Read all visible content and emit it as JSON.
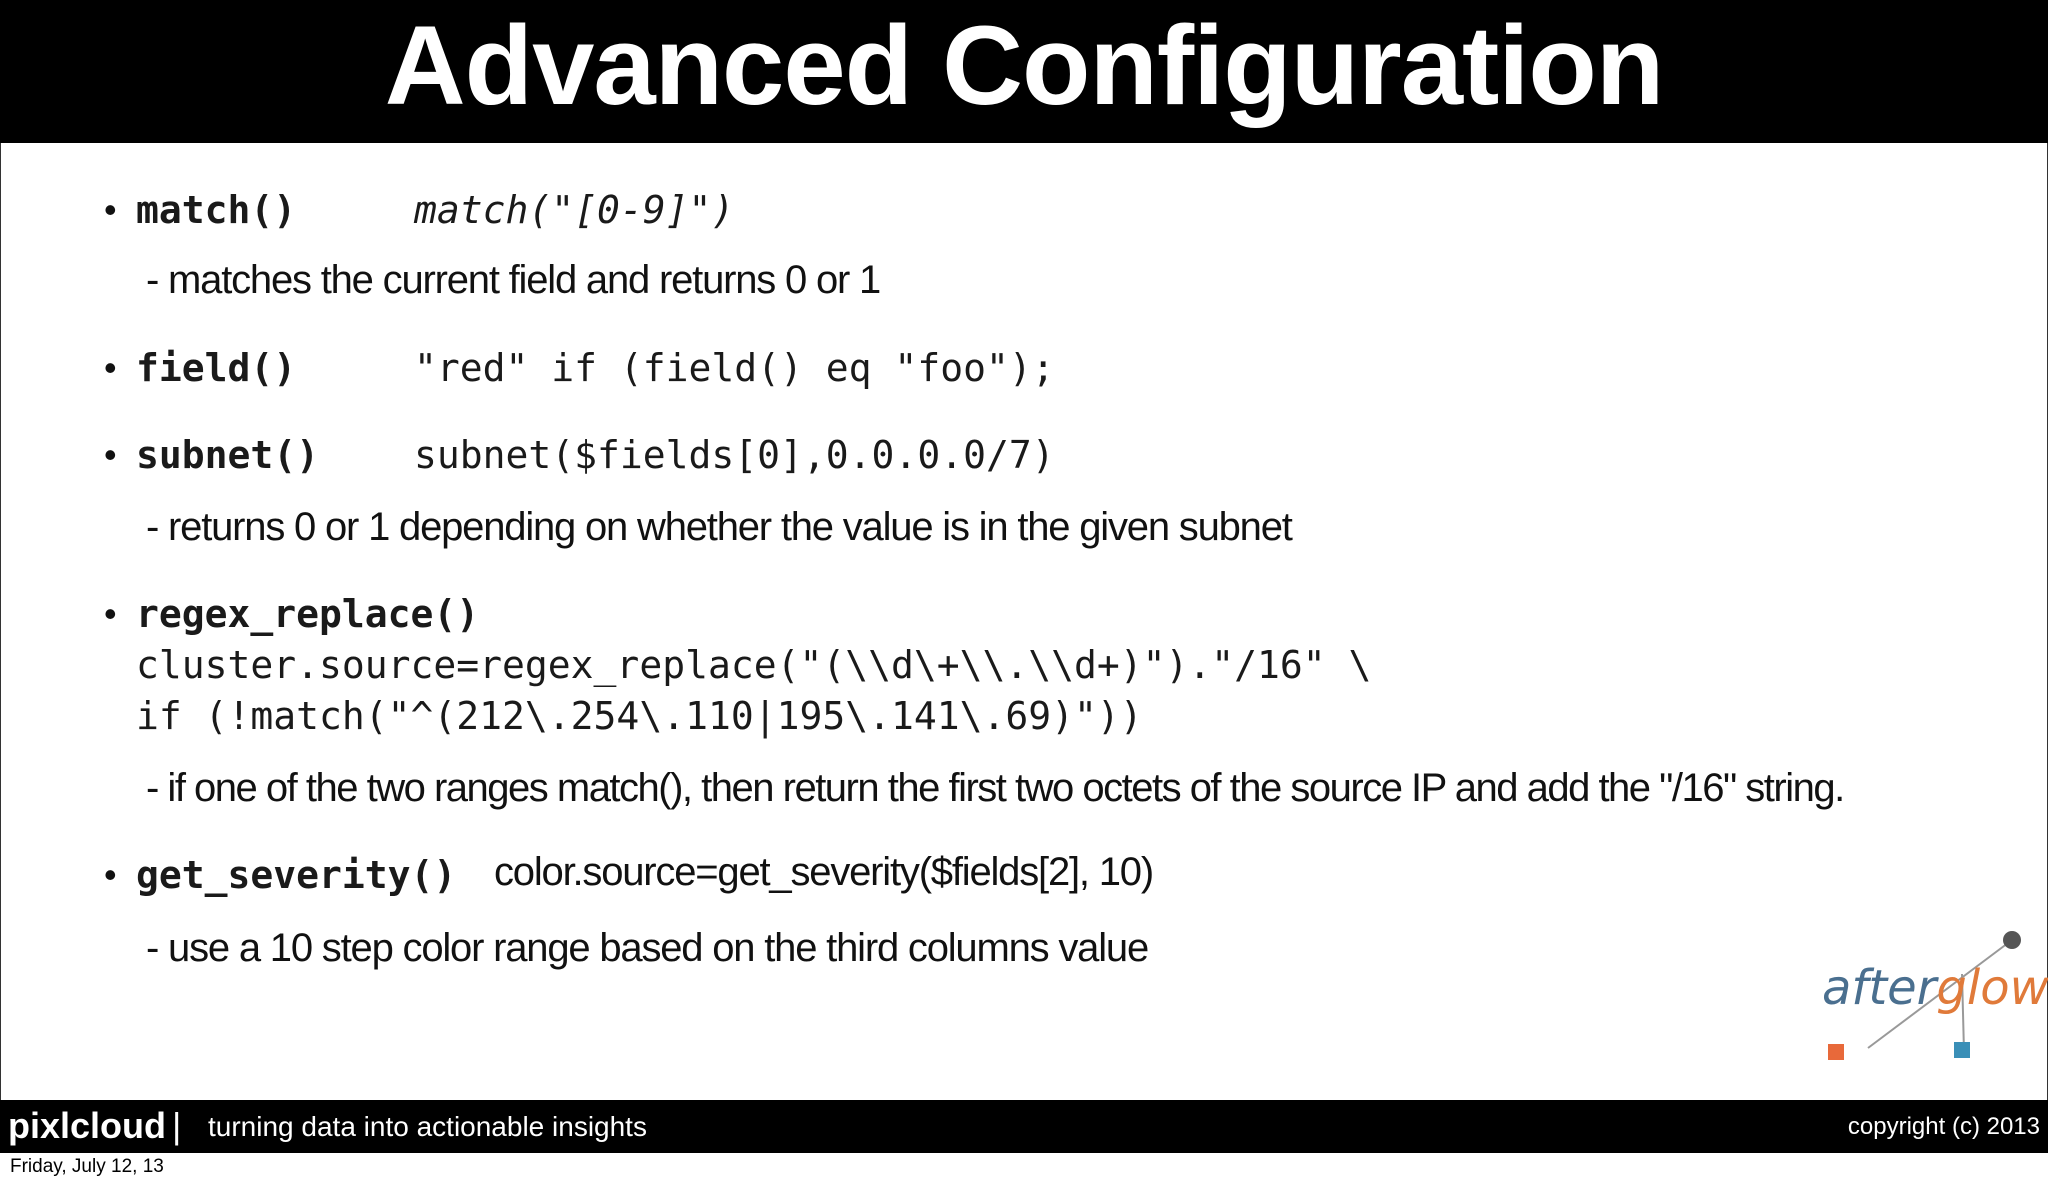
{
  "slide": {
    "title": "Advanced Configuration"
  },
  "items": [
    {
      "function": "match()",
      "example": "match(\"[0-9]\")",
      "description": "- matches the current field and returns 0 or 1"
    },
    {
      "function": "field()",
      "example": "\"red\" if (field() eq \"foo\");"
    },
    {
      "function": "subnet()",
      "example": "subnet($fields[0],0.0.0.0/7)",
      "description": "- returns 0 or 1 depending on whether the value is in the given subnet"
    },
    {
      "function": "regex_replace()",
      "example_line1": "cluster.source=regex_replace(\"(\\\\d\\+\\\\.\\\\d+)\").\"/16\" \\",
      "example_line2": "if (!match(\"^(212\\.254\\.110|195\\.141\\.69)\"))",
      "description": "- if one of the two ranges match(), then return the first two octets of the source IP and add the \"/16\" string."
    },
    {
      "function": "get_severity()",
      "example": "color.source=get_severity($fields[2], 10)",
      "description": "- use a 10 step color range based on the third columns value"
    }
  ],
  "logo": {
    "text": "afterglow",
    "colors": {
      "after": "#4a6f8f",
      "glow": "#e07a3a",
      "orange_square": "#e8693a",
      "blue_square": "#3a8fb7",
      "dot": "#555555"
    }
  },
  "footer": {
    "brand": "pixlcloud",
    "separator": "|",
    "tagline": "turning data into actionable insights",
    "copyright": "copyright (c) 2013",
    "date": "Friday, July 12, 13"
  }
}
